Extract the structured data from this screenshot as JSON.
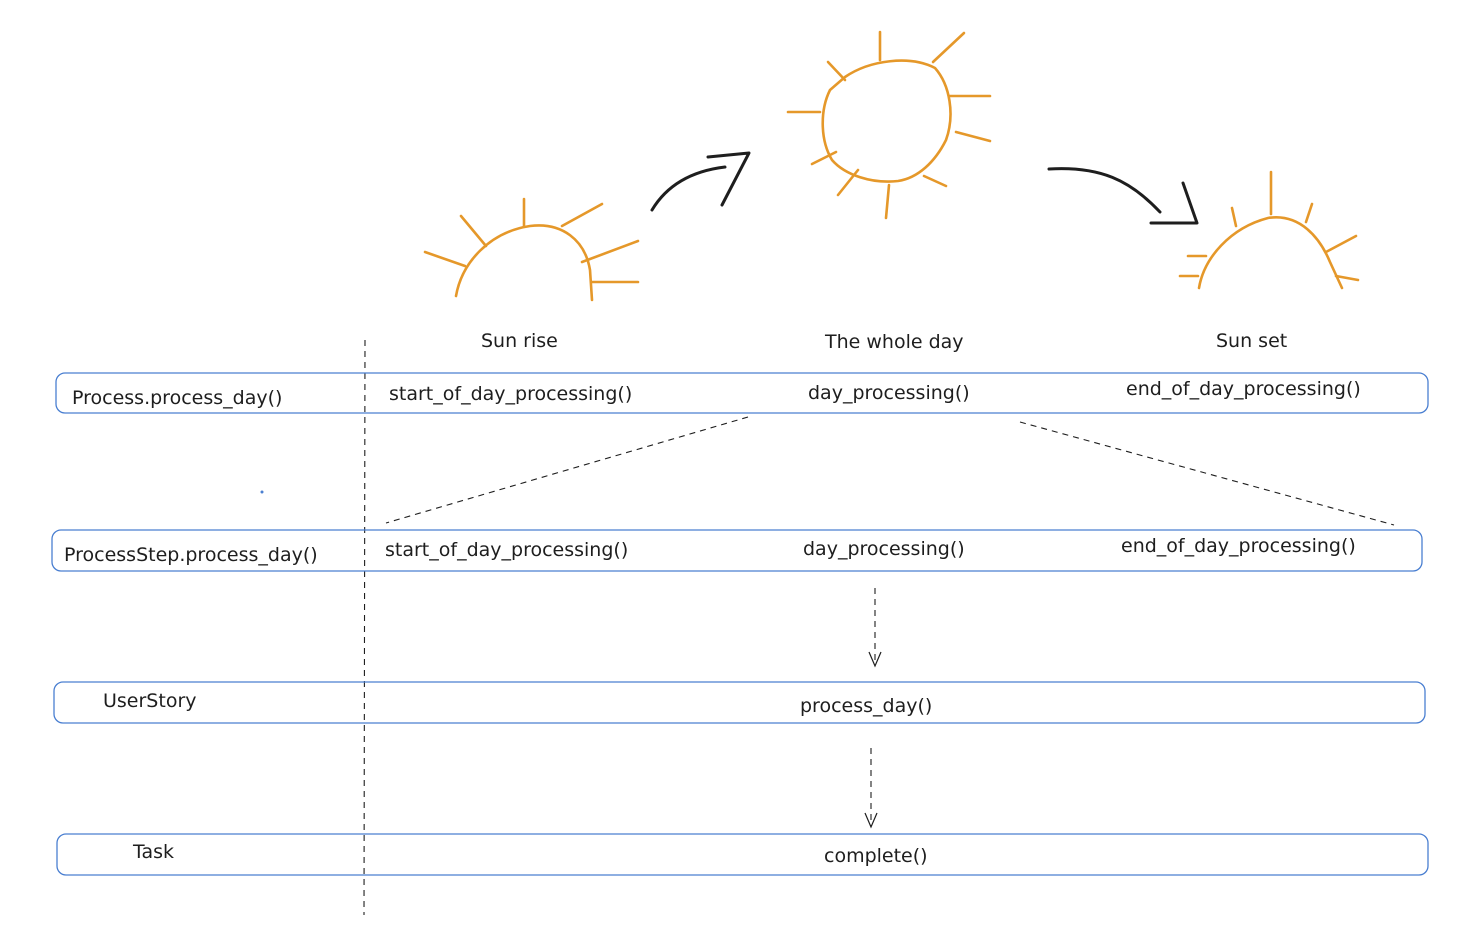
{
  "phases": {
    "sunrise": "Sun rise",
    "whole_day": "The whole day",
    "sunset": "Sun set"
  },
  "lanes": {
    "process": {
      "label": "Process.process_day()",
      "steps": [
        "start_of_day_processing()",
        "day_processing()",
        "end_of_day_processing()"
      ]
    },
    "process_step": {
      "label": "ProcessStep.process_day()",
      "steps": [
        "start_of_day_processing()",
        "day_processing()",
        "end_of_day_processing()"
      ]
    },
    "user_story": {
      "label": "UserStory",
      "method": "process_day()"
    },
    "task": {
      "label": "Task",
      "method": "complete()"
    }
  },
  "colors": {
    "sun": "#e5982a",
    "lane_border": "#4a7fd1",
    "ink": "#1e1e1e"
  }
}
